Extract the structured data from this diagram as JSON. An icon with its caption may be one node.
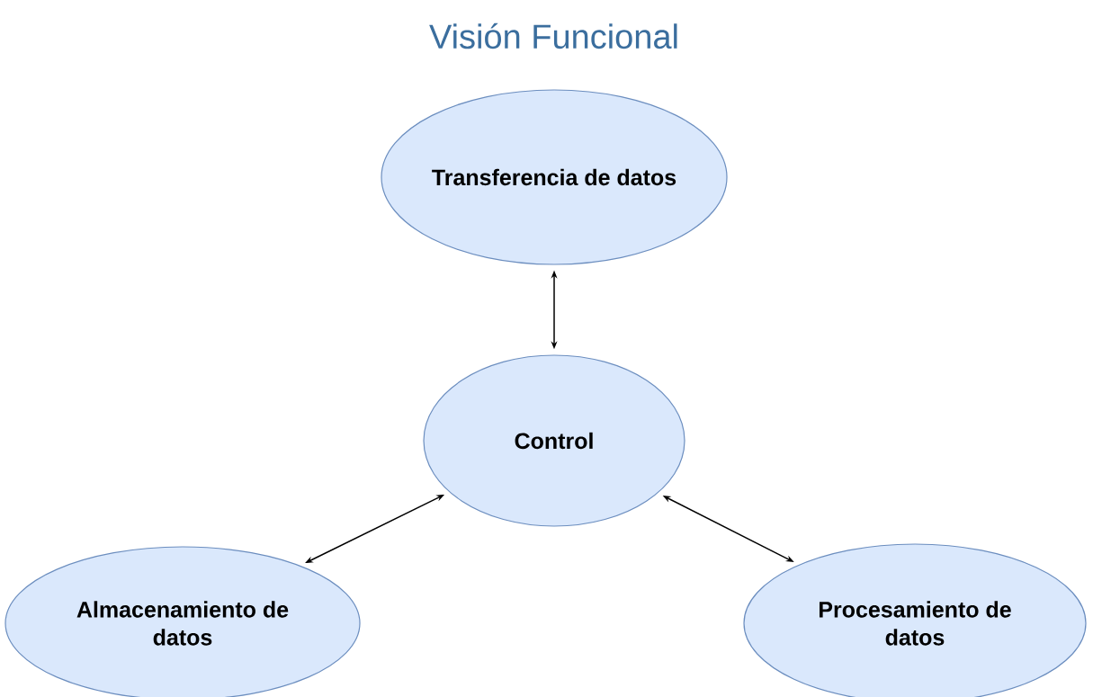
{
  "diagram": {
    "title": "Visión Funcional",
    "nodes": [
      {
        "text": [
          "Transferencia de datos"
        ]
      },
      {
        "text": [
          "Control"
        ]
      },
      {
        "text": [
          "Almacenamiento de datos"
        ]
      },
      {
        "text": [
          "Procesamiento de datos"
        ]
      }
    ],
    "edges": [
      {
        "from": 0,
        "to": 1,
        "arrow": "both"
      },
      {
        "from": 1,
        "to": 2,
        "arrow": "both"
      },
      {
        "from": 1,
        "to": 3,
        "arrow": "both"
      }
    ]
  }
}
